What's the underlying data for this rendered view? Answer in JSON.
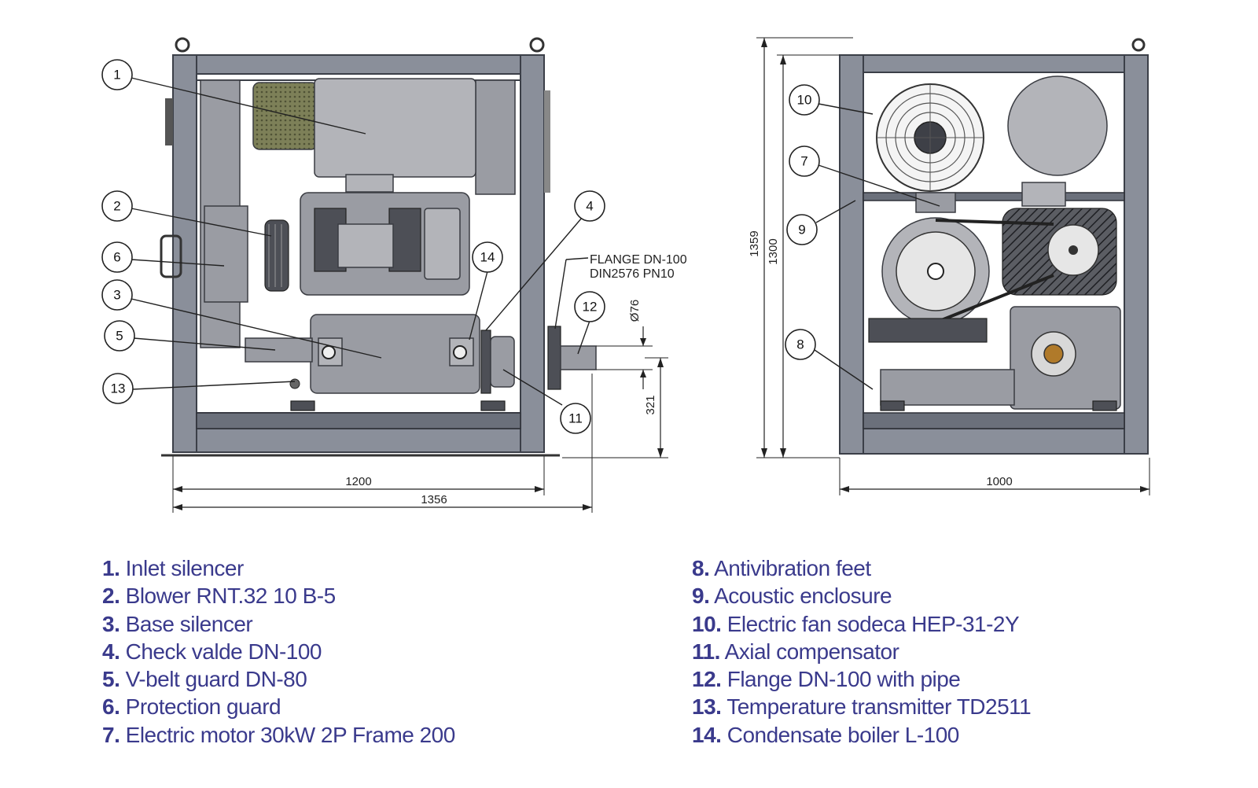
{
  "callouts_front": [
    "1",
    "2",
    "6",
    "3",
    "5",
    "13",
    "14",
    "4",
    "12",
    "11"
  ],
  "callouts_side": [
    "10",
    "7",
    "9",
    "8"
  ],
  "annotation": {
    "line1": "FLANGE DN-100",
    "line2": "DIN2576 PN10"
  },
  "dimensions": {
    "width_inner": "1200",
    "width_overall": "1356",
    "outlet_diameter": "Ø76",
    "outlet_height": "321",
    "height_overall": "1359",
    "height_frame": "1300",
    "depth": "1000"
  },
  "legend": {
    "left": [
      {
        "num": "1.",
        "text": "Inlet silencer"
      },
      {
        "num": "2.",
        "text": "Blower RNT.32 10 B-5"
      },
      {
        "num": "3.",
        "text": "Base silencer"
      },
      {
        "num": "4.",
        "text": "Check valde DN-100"
      },
      {
        "num": "5.",
        "text": "V-belt guard DN-80"
      },
      {
        "num": "6.",
        "text": "Protection guard"
      },
      {
        "num": "7.",
        "text": "Electric motor 30kW 2P Frame 200"
      }
    ],
    "right": [
      {
        "num": "8.",
        "text": "Antivibration feet"
      },
      {
        "num": "9.",
        "text": "Acoustic enclosure"
      },
      {
        "num": "10.",
        "text": "Electric fan sodeca HEP-31-2Y"
      },
      {
        "num": "11.",
        "text": "Axial compensator"
      },
      {
        "num": "12.",
        "text": "Flange DN-100 with pipe"
      },
      {
        "num": "13.",
        "text": "Temperature transmitter TD2511"
      },
      {
        "num": "14.",
        "text": "Condensate boiler L-100"
      }
    ]
  },
  "colors": {
    "legend_text": "#3a3a8c",
    "frame": "#8a8f9a",
    "line": "#222222"
  }
}
